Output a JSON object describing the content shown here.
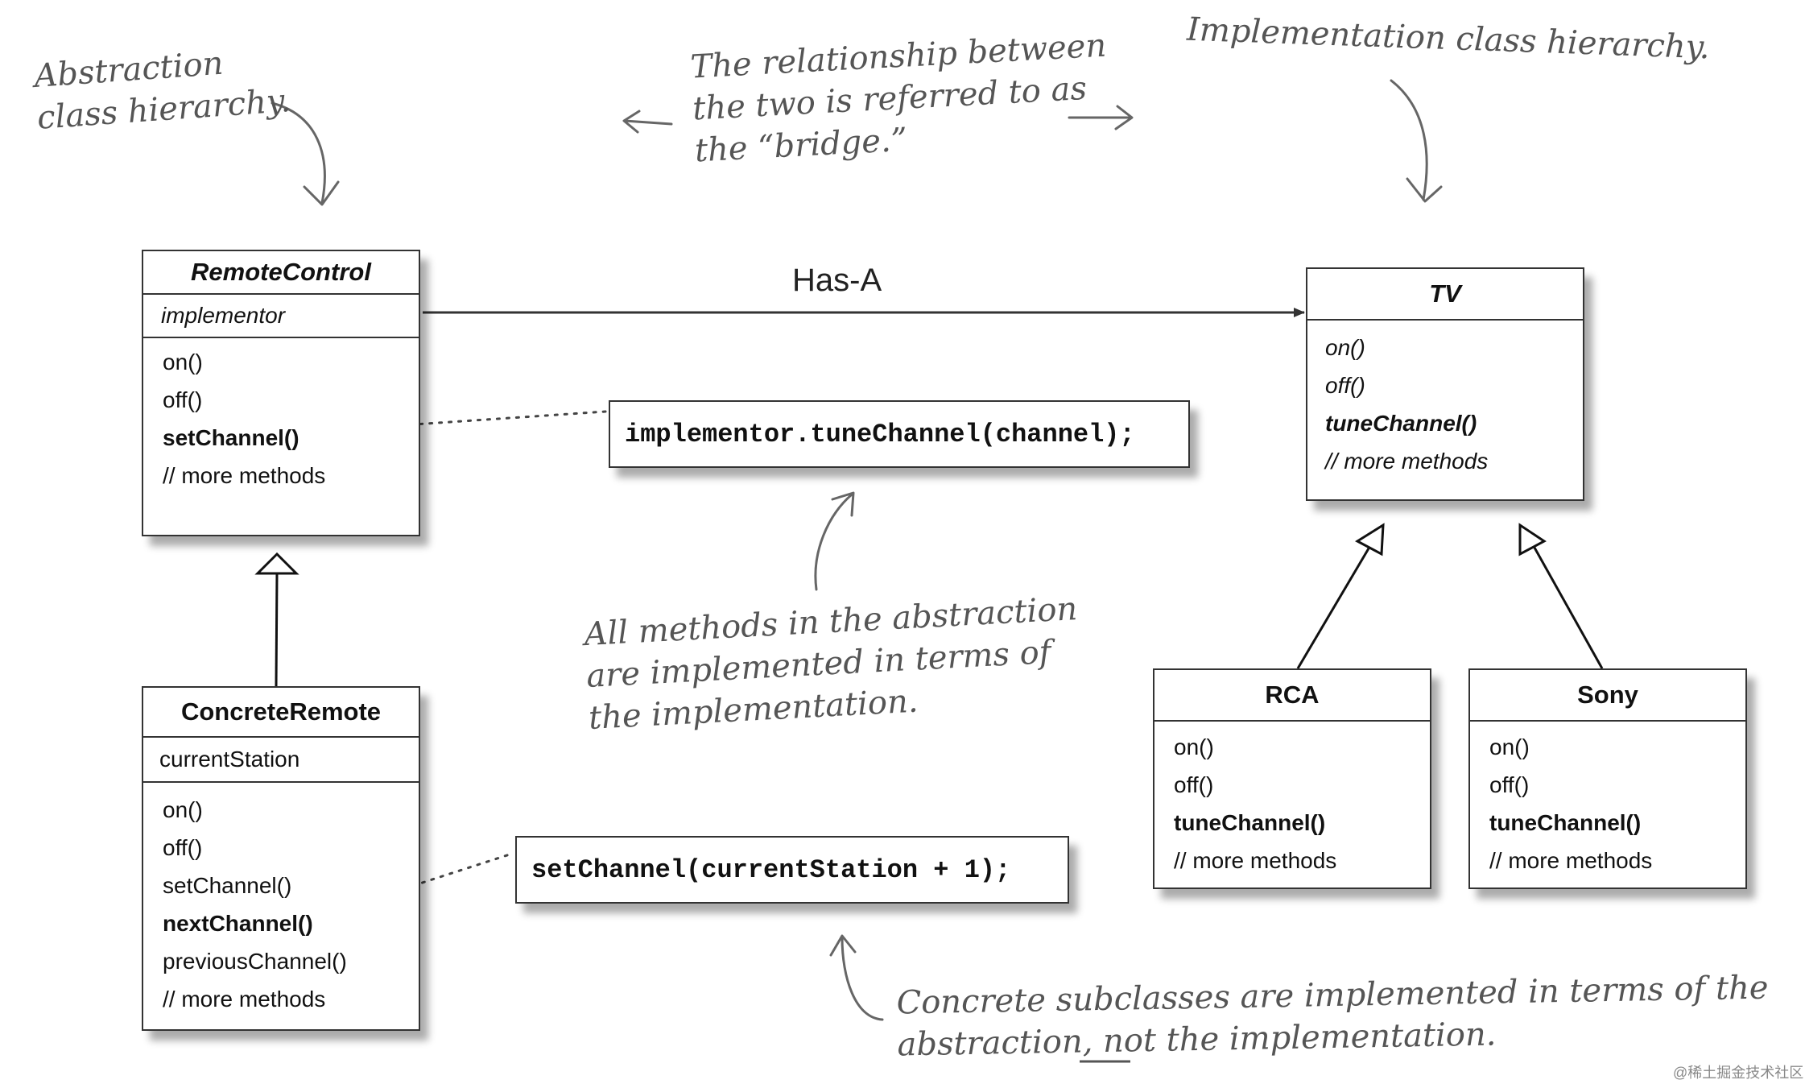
{
  "notes": {
    "abstraction": [
      "Abstraction",
      "class hierarchy."
    ],
    "bridge": [
      "The relationship between",
      "the two is referred to as",
      "the “bridge.”"
    ],
    "implementation": [
      "Implementation class hierarchy."
    ],
    "all_methods": [
      "All methods in the abstraction",
      "are implemented in terms of",
      "the implementation."
    ],
    "concrete_pre": "Concrete subclasses are implemented in terms of the",
    "concrete_line2_pre": "abstraction, ",
    "concrete_not": "not",
    "concrete_line2_post": " the implementation."
  },
  "has_a_label": "Has-A",
  "remote_control": {
    "name": "RemoteControl",
    "field": "implementor",
    "methods": [
      "on()",
      "off()",
      "setChannel()",
      "// more methods"
    ]
  },
  "concrete_remote": {
    "name": "ConcreteRemote",
    "field": "currentStation",
    "methods": [
      "on()",
      "off()",
      "setChannel()",
      "nextChannel()",
      "previousChannel()",
      "// more methods"
    ]
  },
  "tv": {
    "name": "TV",
    "methods": [
      "on()",
      "off()",
      "tuneChannel()",
      "// more methods"
    ]
  },
  "rca": {
    "name": "RCA",
    "methods": [
      "on()",
      "off()",
      "tuneChannel()",
      "// more methods"
    ]
  },
  "sony": {
    "name": "Sony",
    "methods": [
      "on()",
      "off()",
      "tuneChannel()",
      "// more methods"
    ]
  },
  "code": {
    "tune": "implementor.tuneChannel(channel);",
    "set": "setChannel(currentStation + 1);"
  },
  "watermark": "@稀土掘金技术社区"
}
